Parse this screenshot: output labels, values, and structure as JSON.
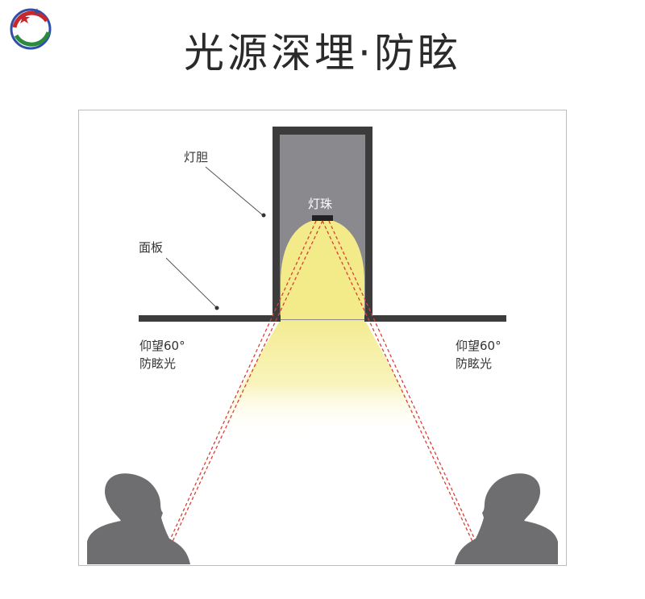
{
  "title": "光源深埋·防眩",
  "labels": {
    "lamp_body": "灯胆",
    "panel": "面板",
    "led": "灯珠"
  },
  "left_glare": {
    "line1": "仰望60°",
    "line2": "防眩光"
  },
  "right_glare": {
    "line1": "仰望60°",
    "line2": "防眩光"
  },
  "colors": {
    "housing": "#3c3c3c",
    "cavity": "#8a8a8e",
    "light": "#f3ea8a",
    "sightline": "#d9403a",
    "person": "#6e6e70"
  },
  "icons": {
    "logo": "circular-emblem-icon"
  }
}
